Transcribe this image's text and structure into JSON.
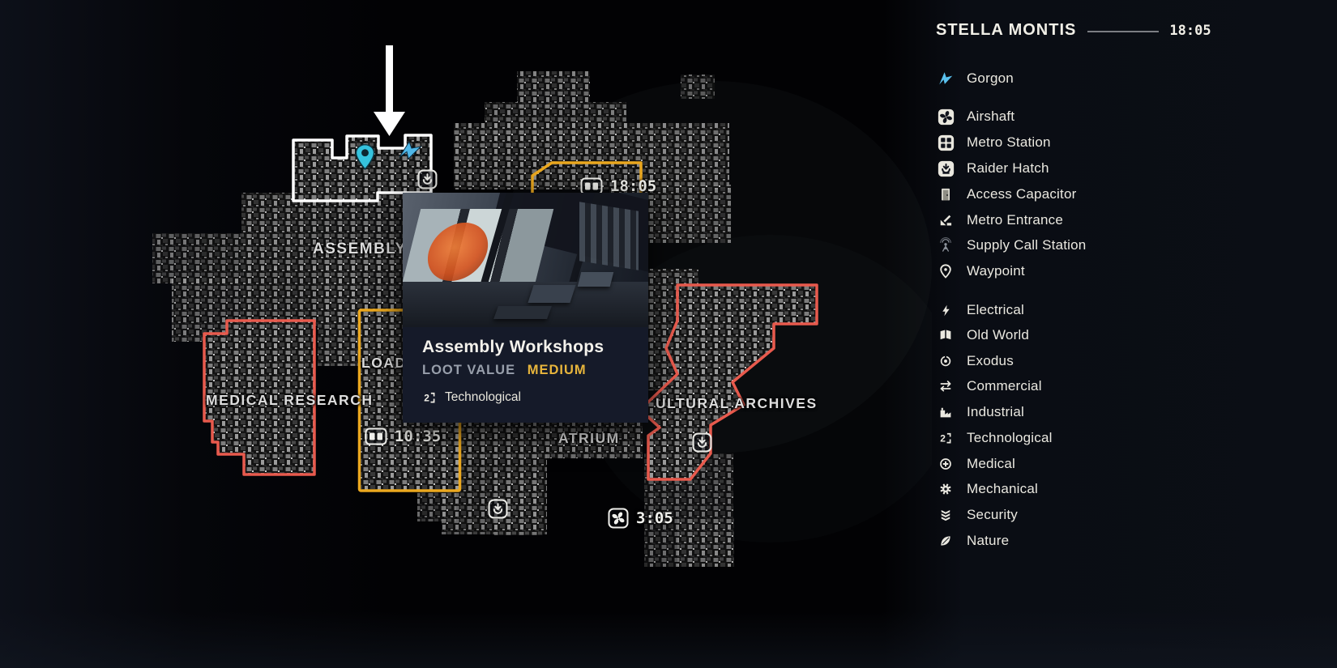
{
  "header": {
    "title": "STELLA MONTIS",
    "time": "18:05"
  },
  "sidebar": {
    "locations": [
      {
        "icon": "gorgon-icon",
        "label": "Gorgon"
      },
      {
        "icon": "airshaft-icon",
        "label": "Airshaft"
      },
      {
        "icon": "metro-station-icon",
        "label": "Metro Station"
      },
      {
        "icon": "raider-hatch-icon",
        "label": "Raider Hatch"
      },
      {
        "icon": "access-capacitor-icon",
        "label": "Access Capacitor"
      },
      {
        "icon": "metro-entrance-icon",
        "label": "Metro Entrance"
      },
      {
        "icon": "supply-call-station-icon",
        "label": "Supply Call Station"
      },
      {
        "icon": "waypoint-icon",
        "label": "Waypoint"
      }
    ],
    "loot_categories": [
      {
        "icon": "electrical-icon",
        "label": "Electrical"
      },
      {
        "icon": "old-world-icon",
        "label": "Old World"
      },
      {
        "icon": "exodus-icon",
        "label": "Exodus"
      },
      {
        "icon": "commercial-icon",
        "label": "Commercial"
      },
      {
        "icon": "industrial-icon",
        "label": "Industrial"
      },
      {
        "icon": "technological-icon",
        "label": "Technological"
      },
      {
        "icon": "medical-icon",
        "label": "Medical"
      },
      {
        "icon": "mechanical-icon",
        "label": "Mechanical"
      },
      {
        "icon": "security-icon",
        "label": "Security"
      },
      {
        "icon": "nature-icon",
        "label": "Nature"
      }
    ]
  },
  "map": {
    "regions": [
      {
        "name": "assembly",
        "label": "ASSEMBLY"
      },
      {
        "name": "medical-research",
        "label": "MEDICAL RESEARCH"
      },
      {
        "name": "loading",
        "label": "LOAD"
      },
      {
        "name": "atrium",
        "label": "ATRIUM"
      },
      {
        "name": "cultural-archives",
        "label": "ULTURAL ARCHIVES"
      }
    ],
    "timers": [
      {
        "icon": "metro-station-icon",
        "time": "18:05"
      },
      {
        "icon": "metro-station-icon",
        "time": "10:35"
      },
      {
        "icon": "airshaft-icon",
        "time": "3:05"
      }
    ],
    "tooltip": {
      "title": "Assembly Workshops",
      "loot_value_label": "LOOT VALUE",
      "loot_value": "MEDIUM",
      "category": "Technological"
    },
    "colors": {
      "highlight_outline": "#ffffff",
      "danger_outline": "#e85a4d",
      "objective_outline": "#eba81f",
      "waypoint_pin": "#35c3de",
      "player_marker": "#4fb7e8",
      "loot_value_medium": "#e7b53c"
    }
  }
}
